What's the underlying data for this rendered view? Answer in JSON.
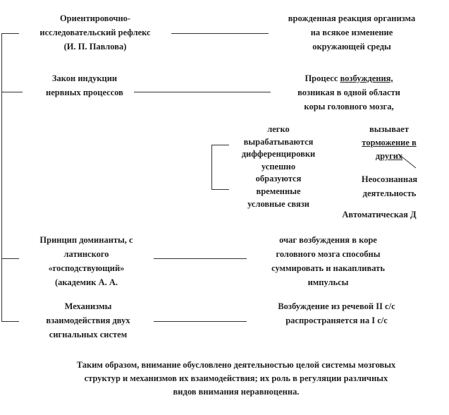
{
  "blocks": {
    "orient": {
      "left": [
        "Ориентировочно-",
        "исследовательский рефлекс",
        "(И. П. Павлова)"
      ],
      "right": [
        "врожденная реакция организма",
        "на всякое изменение",
        "окружающей  среды"
      ]
    },
    "induction": {
      "left": [
        "Закон индукции",
        "нервных процессов"
      ],
      "right_line1_prefix": "Процесс ",
      "right_line1_underlined": "возбуждения,",
      "right_lines": [
        "возникая в одной области",
        "коры головного мозга,"
      ]
    },
    "branch_a": {
      "lines": [
        "легко",
        "вырабатываются",
        "дифференцировки",
        "успешно",
        "образуются",
        "временные",
        "условные связи"
      ]
    },
    "branch_b": {
      "line1": "вызывает",
      "line2_underlined": "торможение в",
      "line3_underlined": "других"
    },
    "unconscious": [
      "Неосознанная",
      "деятельность"
    ],
    "automatic": "Автоматическая Д",
    "dominant": {
      "left": [
        "Принцип доминанты, с",
        "латинского",
        "«господствующий»",
        "(академик  А.  А."
      ],
      "right": [
        "очаг возбуждения в коре",
        "головного мозга способны",
        "суммировать и накапливать",
        "импульсы"
      ]
    },
    "mechanisms": {
      "left": [
        "Механизмы",
        "взаимодействия двух",
        "сигнальных систем"
      ],
      "right": [
        "Возбуждение  из речевой II с/с",
        "распространяется на I с/с"
      ]
    },
    "conclusion": [
      "Таким образом, внимание обусловлено деятельностью целой системы мозговых",
      "структур  и механизмов их взаимодействия; их роль в регуляции различных",
      "видов внимания неравноценна."
    ]
  }
}
